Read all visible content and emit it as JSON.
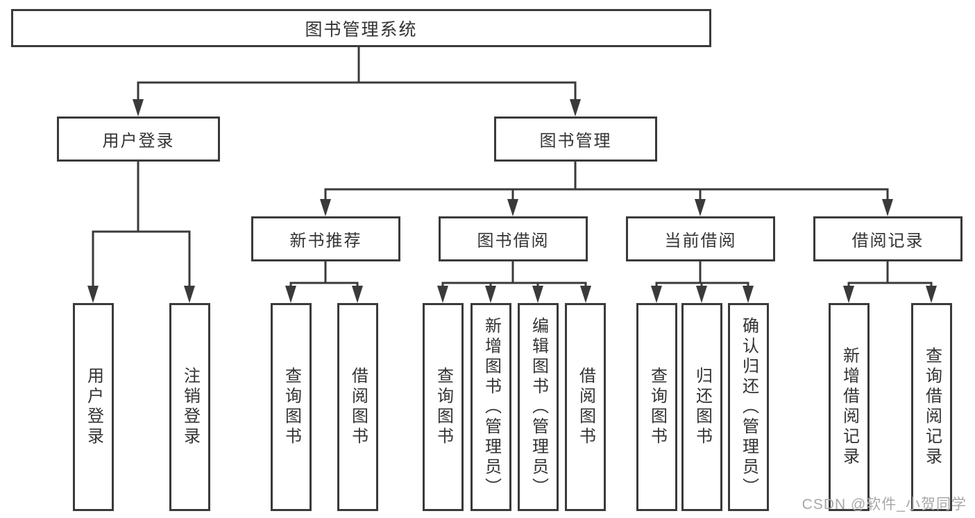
{
  "diagram": {
    "root": {
      "label": "图书管理系统"
    },
    "user_login": {
      "label": "用户登录",
      "children": {
        "login": {
          "label": "用户登录"
        },
        "logout": {
          "label": "注销登录"
        }
      }
    },
    "book_mgmt": {
      "label": "图书管理",
      "sections": {
        "new_book_rec": {
          "label": "新书推荐",
          "children": {
            "query_books": {
              "label": "查询图书"
            },
            "borrow_books": {
              "label": "借阅图书"
            }
          }
        },
        "book_borrow": {
          "label": "图书借阅",
          "children": {
            "query_books": {
              "label": "查询图书"
            },
            "add_books_admin": {
              "label": "新增图书（管理员）"
            },
            "edit_books_admin": {
              "label": "编辑图书（管理员）"
            },
            "borrow_books": {
              "label": "借阅图书"
            }
          }
        },
        "current_borrow": {
          "label": "当前借阅",
          "children": {
            "query_books": {
              "label": "查询图书"
            },
            "return_books": {
              "label": "归还图书"
            },
            "confirm_return_admin": {
              "label": "确认归还（管理员）"
            }
          }
        },
        "borrow_record": {
          "label": "借阅记录",
          "children": {
            "add_record": {
              "label": "新增借阅记录"
            },
            "query_record": {
              "label": "查询借阅记录"
            }
          }
        }
      }
    }
  },
  "watermark": {
    "text": "CSDN @软件_小贺同学"
  },
  "colors": {
    "line": "#3a3a3a",
    "node_border": "#3a3a3a",
    "node_text": "#333333",
    "background": "#ffffff",
    "watermark_text": "#a8a8a8"
  }
}
